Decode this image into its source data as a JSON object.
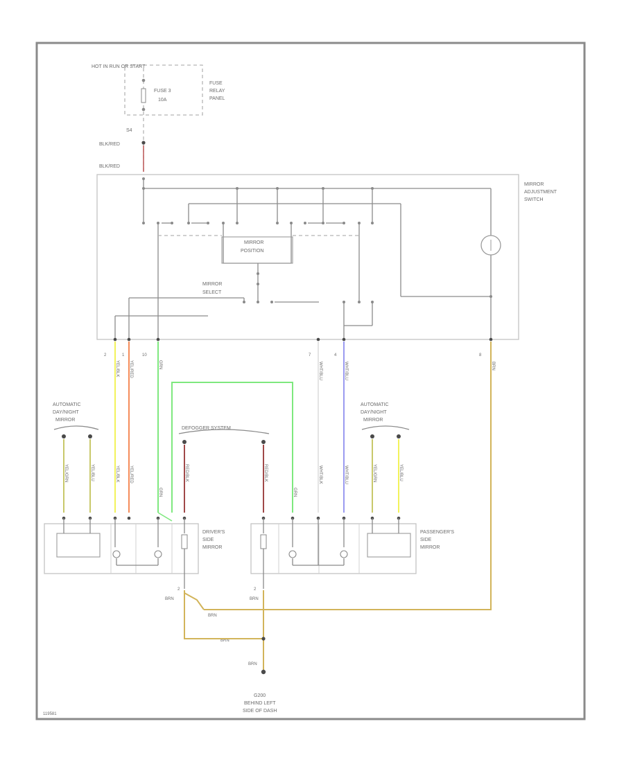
{
  "labels": {
    "hot_in_run_start": "HOT IN RUN OR START",
    "fuse": "FUSE 3",
    "fuse_rating": "10A",
    "fuse_panel_1": "FUSE",
    "fuse_panel_2": "RELAY",
    "fuse_panel_3": "PANEL",
    "fuse_pin": "S4",
    "blk_red_1": "BLK/RED",
    "blk_red_2": "BLK/RED",
    "switch_1": "MIRROR",
    "switch_2": "ADJUSTMENT",
    "switch_3": "SWITCH",
    "mirror_position_1": "MIRROR",
    "mirror_position_2": "POSITION",
    "mirror_select_1": "MIRROR",
    "mirror_select_2": "SELECT",
    "defogger": "DEFOGGER SYSTEM",
    "auto_day_left_1": "AUTOMATIC",
    "auto_day_left_2": "DAY/NIGHT",
    "auto_day_left_3": "MIRROR",
    "auto_day_right_1": "AUTOMATIC",
    "auto_day_right_2": "DAY/NIGHT",
    "auto_day_right_3": "MIRROR",
    "driver_1": "DRIVER'S",
    "driver_2": "SIDE",
    "driver_3": "MIRROR",
    "passenger_1": "PASSENGER'S",
    "passenger_2": "SIDE",
    "passenger_3": "MIRROR",
    "ground_1": "G200",
    "ground_2": "BEHIND LEFT",
    "ground_3": "SIDE OF DASH",
    "corner_ref": "119581"
  },
  "pins": {
    "p2": "2",
    "p1": "1",
    "p10": "10",
    "p7": "7",
    "p4": "4",
    "p8": "8",
    "drv_gnd": "2",
    "pass_gnd": "2"
  },
  "wires": {
    "yel_blk": "YEL/BLK",
    "yel_red": "YEL/RED",
    "grn": "GRN",
    "wht_blu": "WHT/BLU",
    "wht_blu2": "WHT/BLU",
    "brn_1": "BRN",
    "brn_2": "BRN",
    "brn_3": "BRN",
    "brn_4": "BRN",
    "brn_5": "BRN",
    "brn_6": "BRN",
    "yel_grn_l": "YEL/GRN",
    "yel_blu_l": "YEL/BLU",
    "yel_blk2": "YEL/BLK",
    "yel_red2": "YEL/RED",
    "grn_d": "GRN",
    "red_blk_d": "RED/BLK",
    "red_blk_p": "RED/BLK",
    "grn_p": "GRN",
    "wht_blu_p": "WHT/BLU",
    "wht_blk_p": "WHT/BLK",
    "yel_grn_r": "YEL/GRN",
    "yel_blu_r": "YEL/BLU"
  },
  "colors": {
    "red": "#c06060",
    "yellow": "#f2f25a",
    "orange": "#f58c5a",
    "green": "#7ee87e",
    "blue": "#9a9af0",
    "white": "#e4e4e4",
    "tan": "#d2b45a",
    "darkred": "#a04848",
    "olive": "#c8c86a"
  }
}
